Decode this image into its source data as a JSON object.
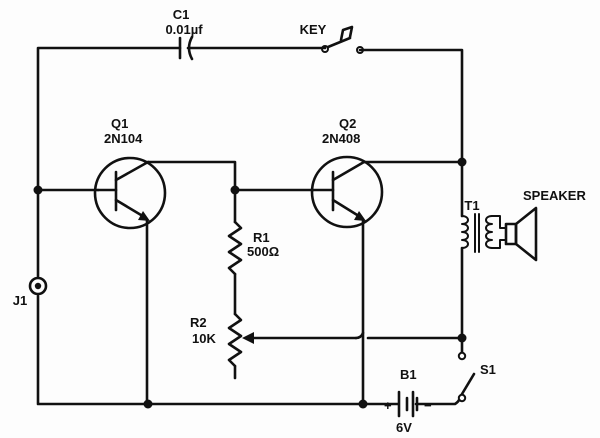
{
  "labels": {
    "c1_ref": "C1",
    "c1_value": "0.01µf",
    "key": "KEY",
    "q1_ref": "Q1",
    "q1_part": "2N104",
    "q2_ref": "Q2",
    "q2_part": "2N408",
    "r1_ref": "R1",
    "r1_value": "500Ω",
    "r2_ref": "R2",
    "r2_value": "10K",
    "t1_ref": "T1",
    "speaker": "SPEAKER",
    "j1": "J1",
    "b1_ref": "B1",
    "b1_value": "6V",
    "b1_plus": "+",
    "b1_minus": "−",
    "s1": "S1"
  }
}
